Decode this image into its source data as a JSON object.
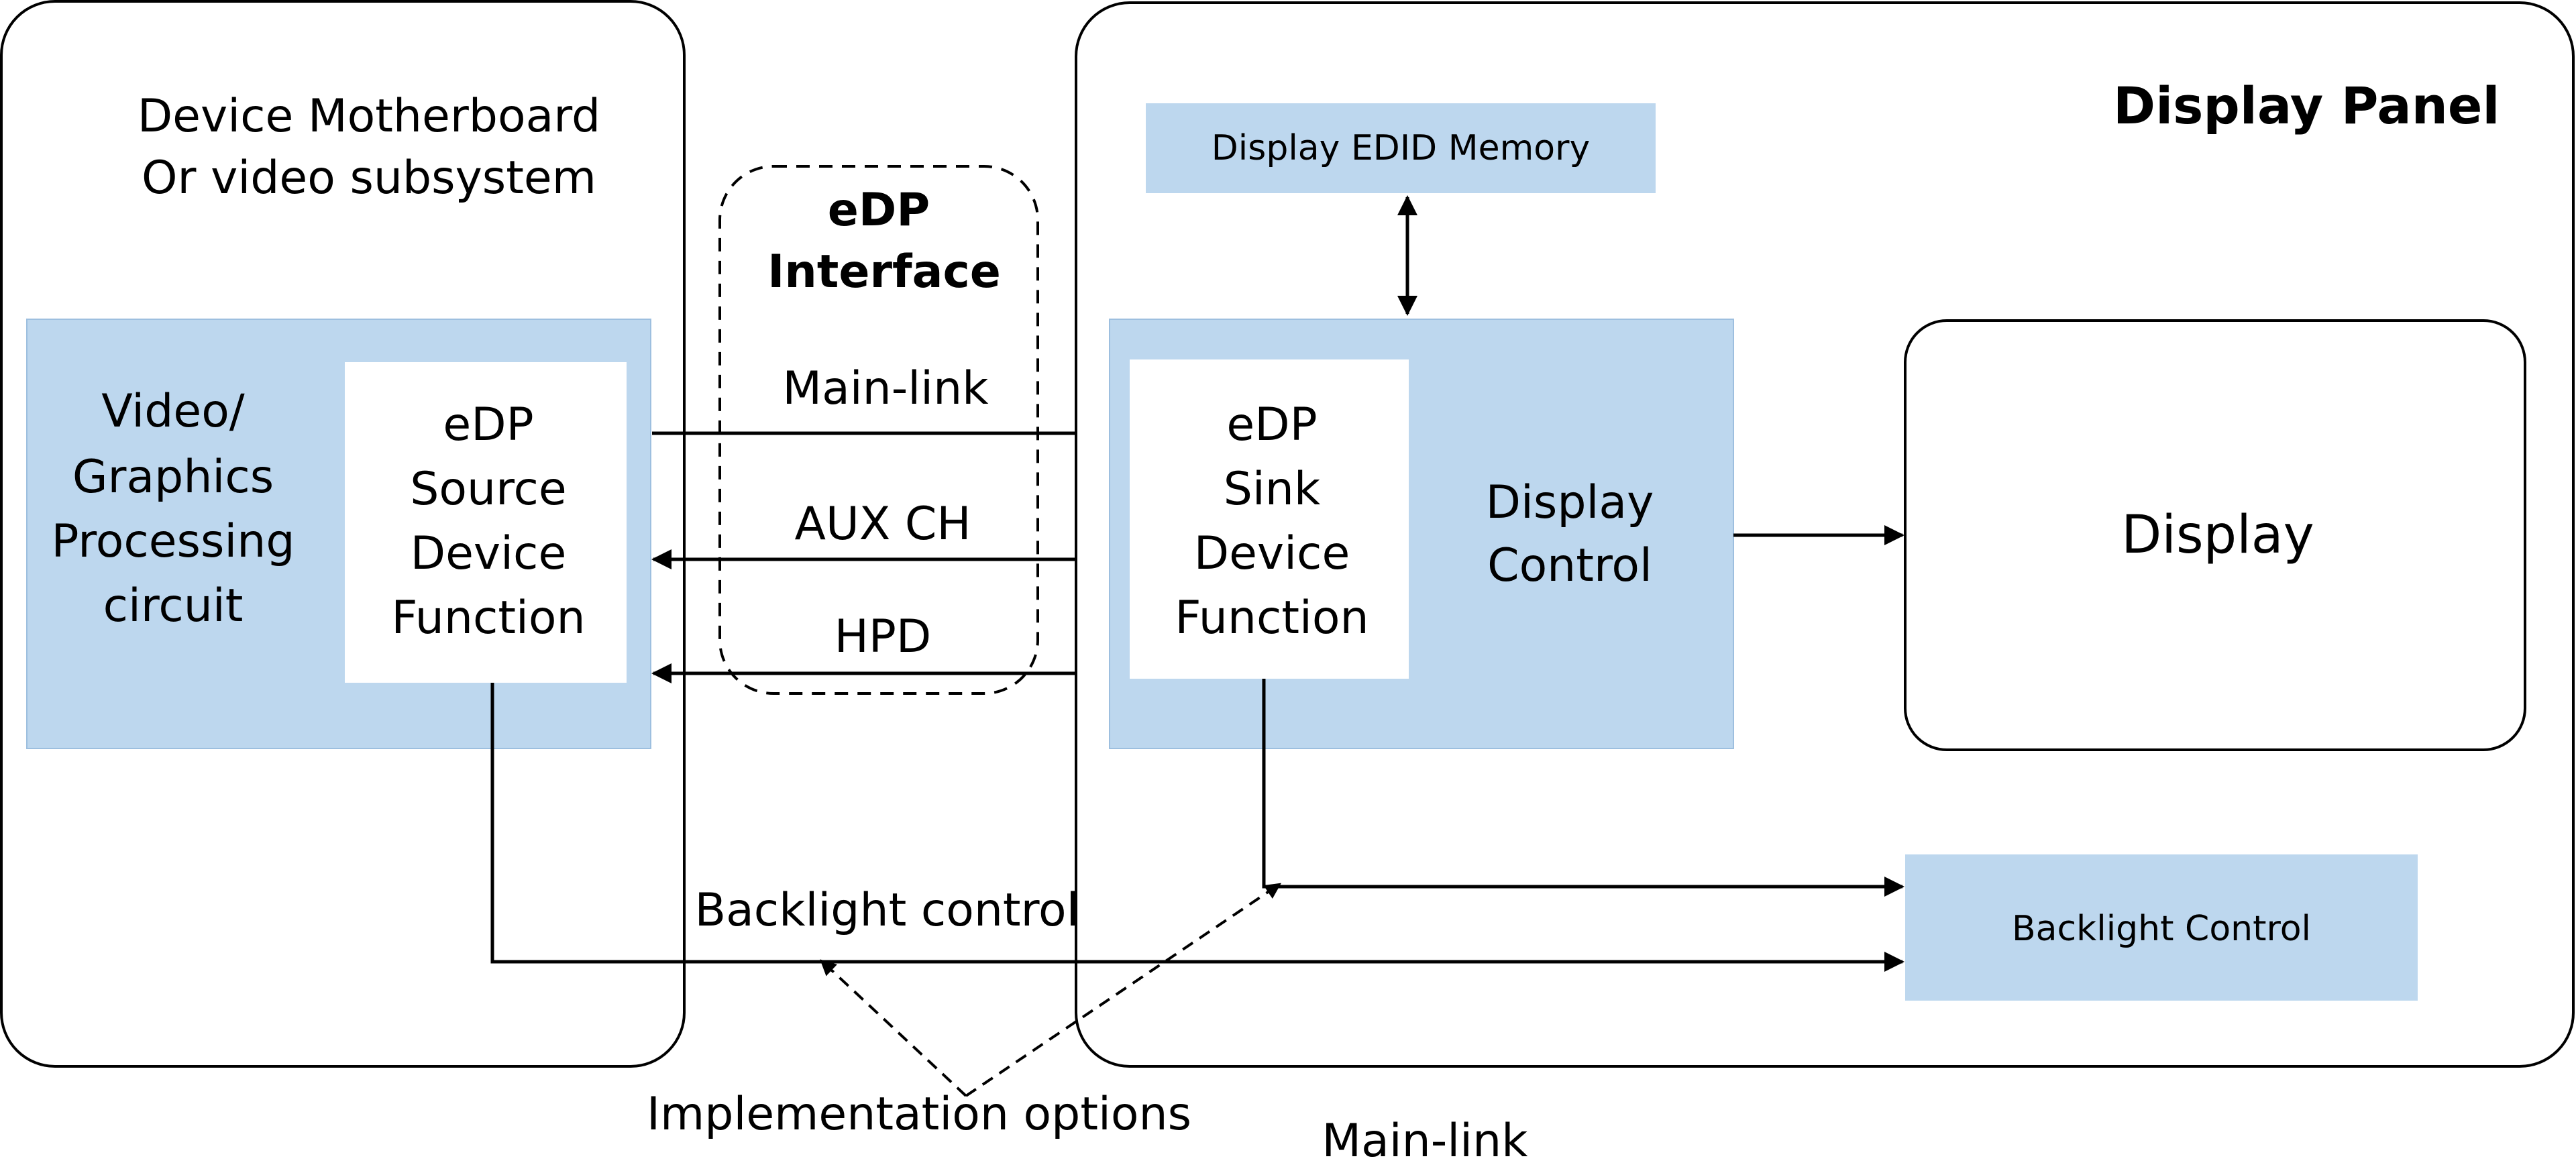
{
  "motherboard": {
    "title_line1": "Device Motherboard",
    "title_line2": "Or video subsystem"
  },
  "video_block": {
    "line1": "Video/",
    "line2": "Graphics",
    "line3": "Processing",
    "line4": "circuit"
  },
  "source_box": {
    "line1": "eDP",
    "line2": "Source",
    "line3": "Device",
    "line4": "Function"
  },
  "edp_interface": {
    "line1": "eDP",
    "line2": "Interface"
  },
  "signals": {
    "main_link": "Main-link",
    "aux_ch": "AUX CH",
    "hpd": "HPD"
  },
  "display_panel": {
    "title": "Display Panel",
    "edid": "Display EDID Memory",
    "display_control_line1": "Display",
    "display_control_line2": "Control",
    "display": "Display",
    "backlight_control": "Backlight Control"
  },
  "sink_box": {
    "line1": "eDP",
    "line2": "Sink",
    "line3": "Device",
    "line4": "Function"
  },
  "bottom": {
    "backlight_control_label": "Backlight control",
    "implementation_options": "Implementation options",
    "main_link": "Main-link"
  },
  "colors": {
    "block_fill": "#bdd7ee",
    "inner_fill": "#ffffff",
    "line": "#000000"
  }
}
